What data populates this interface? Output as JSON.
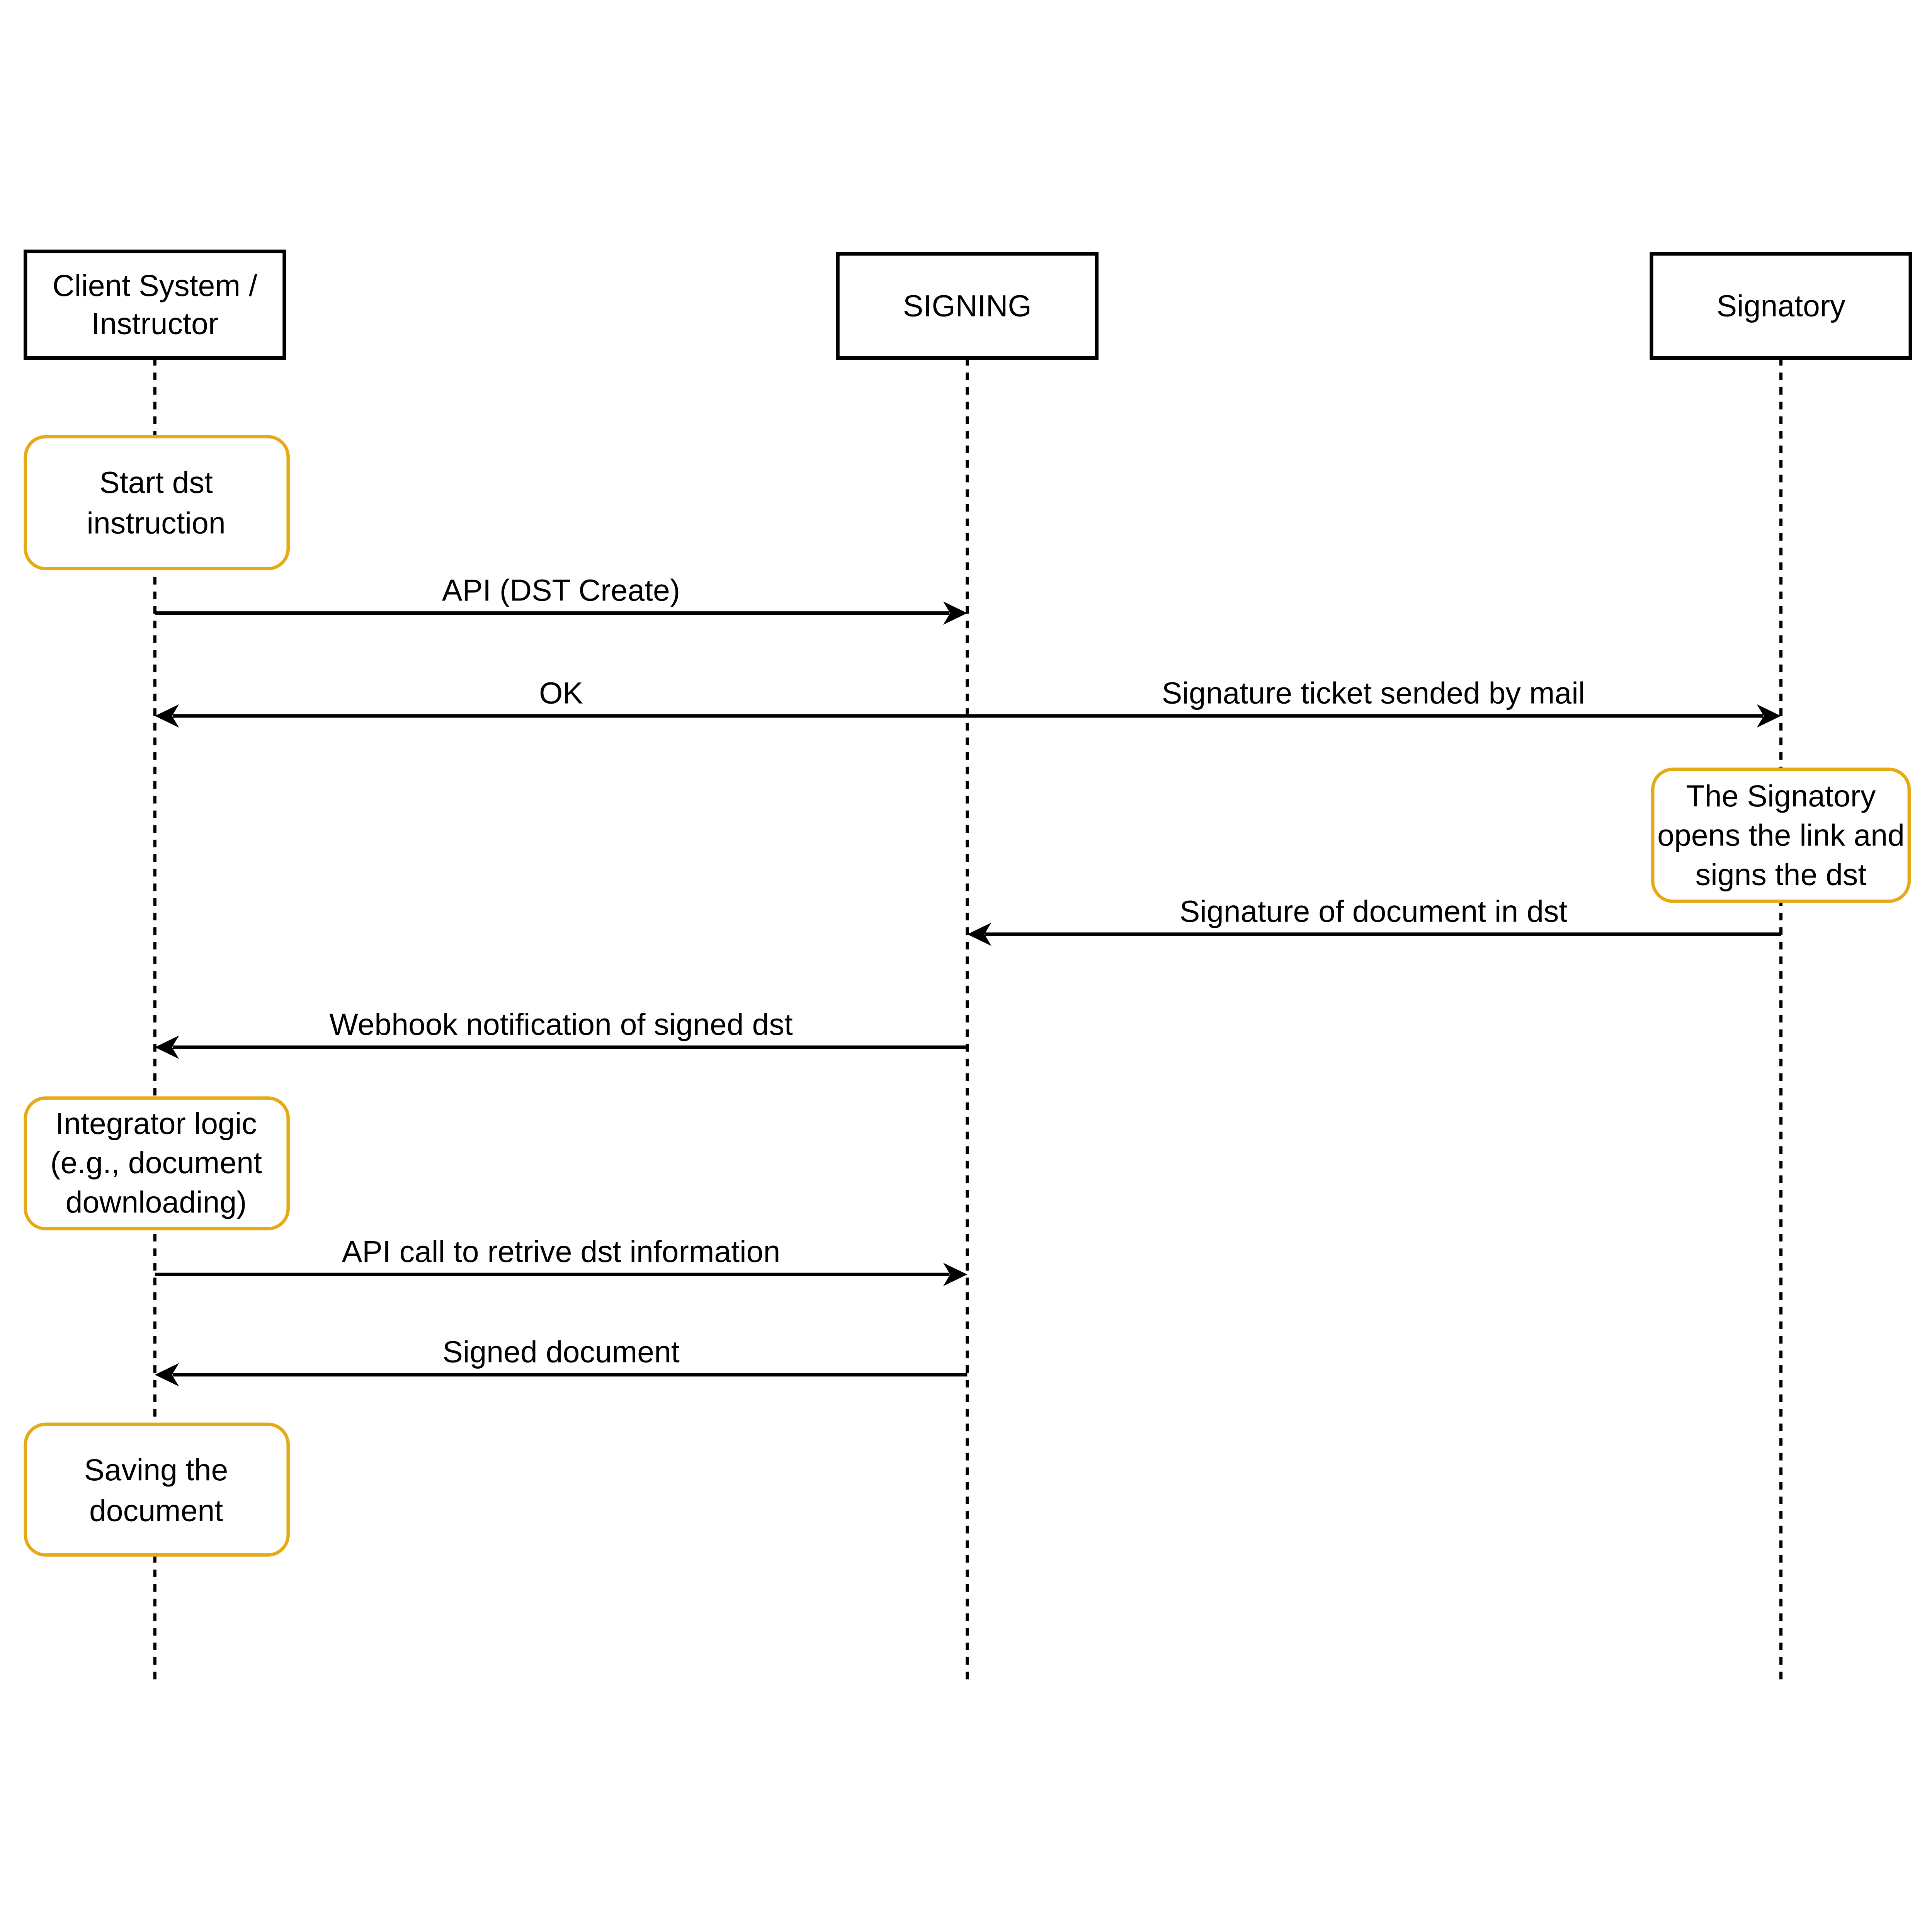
{
  "diagram": {
    "type": "sequence",
    "actors": [
      {
        "id": "client",
        "title_lines": [
          "Client System /",
          "Instructor"
        ]
      },
      {
        "id": "signing",
        "title_lines": [
          "SIGNING"
        ]
      },
      {
        "id": "signatory",
        "title_lines": [
          "Signatory"
        ]
      }
    ],
    "notes": [
      {
        "id": "start-dst-instruction",
        "lines": [
          "Start dst",
          "instruction"
        ]
      },
      {
        "id": "signatory-opens-link",
        "lines": [
          "The Signatory",
          "opens the link and",
          "signs the dst"
        ]
      },
      {
        "id": "integrator-logic",
        "lines": [
          "Integrator logic",
          "(e.g., document",
          "downloading)"
        ]
      },
      {
        "id": "saving-the-document",
        "lines": [
          "Saving the",
          "document"
        ]
      }
    ],
    "messages": [
      {
        "from": "client",
        "to": "signing",
        "label": "API (DST Create)"
      },
      {
        "from": "signing",
        "to": "client",
        "label": "OK"
      },
      {
        "from": "signing",
        "to": "signatory",
        "label": "Signature ticket sended by mail"
      },
      {
        "from": "signatory",
        "to": "signing",
        "label": "Signature of document in dst"
      },
      {
        "from": "signing",
        "to": "client",
        "label": "Webhook notification of signed dst"
      },
      {
        "from": "client",
        "to": "signing",
        "label": "API call to retrive dst information"
      },
      {
        "from": "signing",
        "to": "client",
        "label": "Signed document"
      }
    ],
    "colors": {
      "note_border": "#E5AA15",
      "line": "#000000",
      "text": "#000000",
      "background": "#FFFFFF"
    }
  }
}
